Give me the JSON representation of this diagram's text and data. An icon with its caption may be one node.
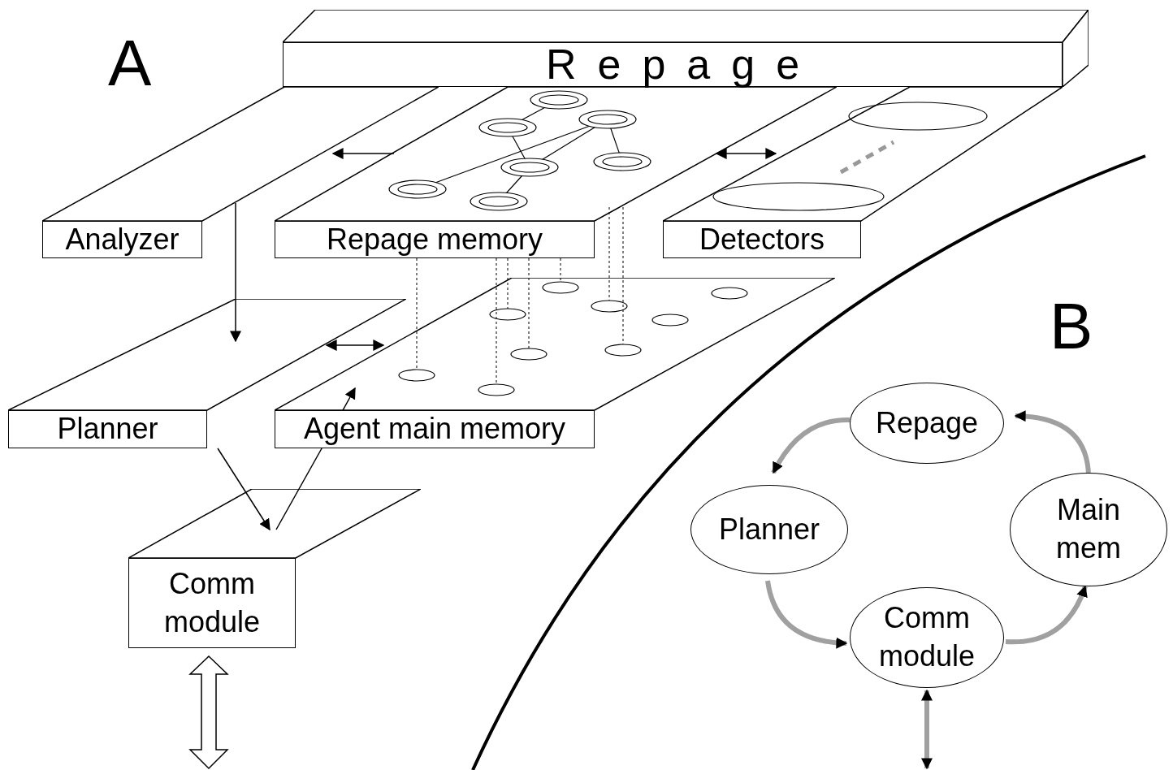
{
  "diagram": {
    "nodes": [
      {
        "text": [
          "Repage"
        ]
      },
      {
        "text": [
          "Analyzer"
        ]
      },
      {
        "text": [
          "Repage memory"
        ]
      },
      {
        "text": [
          "Detectors"
        ]
      },
      {
        "text": [
          "Planner"
        ]
      },
      {
        "text": [
          "Agent main memory"
        ]
      },
      {
        "text": [
          "Comm module"
        ]
      },
      {
        "text": [
          "Repage"
        ]
      },
      {
        "text": [
          "Planner"
        ]
      },
      {
        "text": [
          "Main mem"
        ]
      },
      {
        "text": [
          "Comm module"
        ]
      }
    ],
    "edges": [
      {
        "from": 2,
        "to": 1,
        "arrow": "to"
      },
      {
        "from": 2,
        "to": 3,
        "arrow": "both"
      },
      {
        "from": 1,
        "to": 4,
        "arrow": "to"
      },
      {
        "from": 4,
        "to": 5,
        "arrow": "both"
      },
      {
        "from": 4,
        "to": 6,
        "arrow": "to"
      },
      {
        "from": 6,
        "to": 5,
        "arrow": "to"
      },
      {
        "from": 6,
        "to": null,
        "arrow": "both",
        "style": "thick"
      },
      {
        "from": 7,
        "to": 8,
        "arrow": "to",
        "style": "thick",
        "color": "#a0a0a0"
      },
      {
        "from": 8,
        "to": 10,
        "arrow": "to",
        "style": "thick",
        "color": "#a0a0a0"
      },
      {
        "from": 10,
        "to": 9,
        "arrow": "to",
        "style": "thick",
        "color": "#a0a0a0"
      },
      {
        "from": 9,
        "to": 7,
        "arrow": "to",
        "style": "thick",
        "color": "#a0a0a0"
      },
      {
        "from": 10,
        "to": null,
        "arrow": "both",
        "style": "thick",
        "color": "#a0a0a0"
      },
      {
        "from": 2,
        "to": 5,
        "arrow": "none",
        "style": "dashed"
      },
      {
        "from": 2,
        "to": 5,
        "arrow": "none",
        "style": "dashed"
      },
      {
        "from": 2,
        "to": 5,
        "arrow": "none",
        "style": "dashed"
      },
      {
        "from": 2,
        "to": 5,
        "arrow": "none",
        "style": "dashed"
      },
      {
        "from": 2,
        "to": 5,
        "arrow": "none",
        "style": "dashed"
      },
      {
        "from": 2,
        "to": 5,
        "arrow": "none",
        "style": "dashed"
      },
      {
        "from": 2,
        "to": 5,
        "arrow": "none",
        "style": "dashed"
      }
    ],
    "labels": [
      "A",
      "B"
    ]
  }
}
